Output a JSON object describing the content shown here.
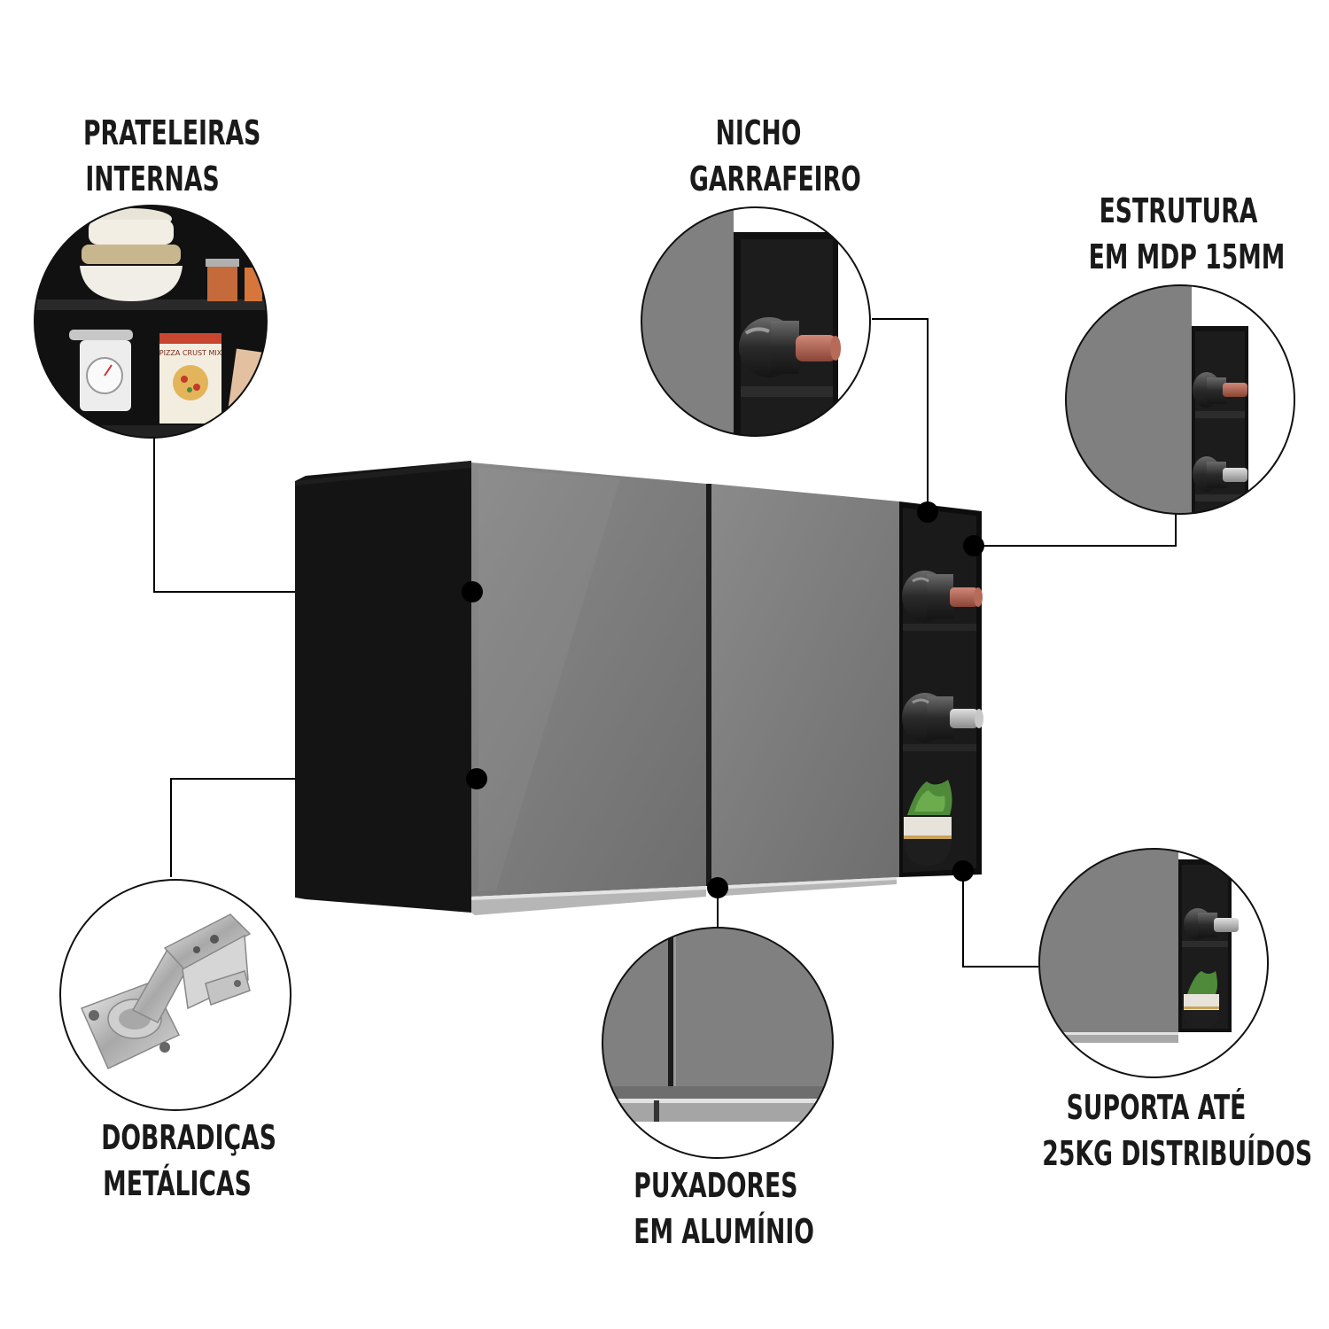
{
  "features": {
    "prateleiras": {
      "line1": "PRATELEIRAS",
      "line2": "INTERNAS",
      "icon": "shelves-icon"
    },
    "nicho": {
      "line1": "NICHO",
      "line2": "GARRAFEIRO",
      "icon": "wine-rack-icon"
    },
    "estrutura": {
      "line1": "ESTRUTURA",
      "line2": "EM MDP 15MM",
      "icon": "structure-icon"
    },
    "dobradicas": {
      "line1": "DOBRADIÇAS",
      "line2": "METÁLICAS",
      "icon": "hinge-icon"
    },
    "puxadores": {
      "line1": "PUXADORES",
      "line2": "EM ALUMÍNIO",
      "icon": "handle-icon"
    },
    "suporta": {
      "line1": "SUPORTA ATÉ",
      "line2": "25KG DISTRIBUÍDOS",
      "icon": "weight-support-icon"
    }
  },
  "colors": {
    "cabinet_body": "#141414",
    "door_gray": "#7a7a7a",
    "aluminum": "#b8b8b8",
    "wine_cap": "#a85a4a",
    "leader_line": "#000000"
  },
  "pizza_box": {
    "text": "PIZZA CRUST MIX"
  }
}
